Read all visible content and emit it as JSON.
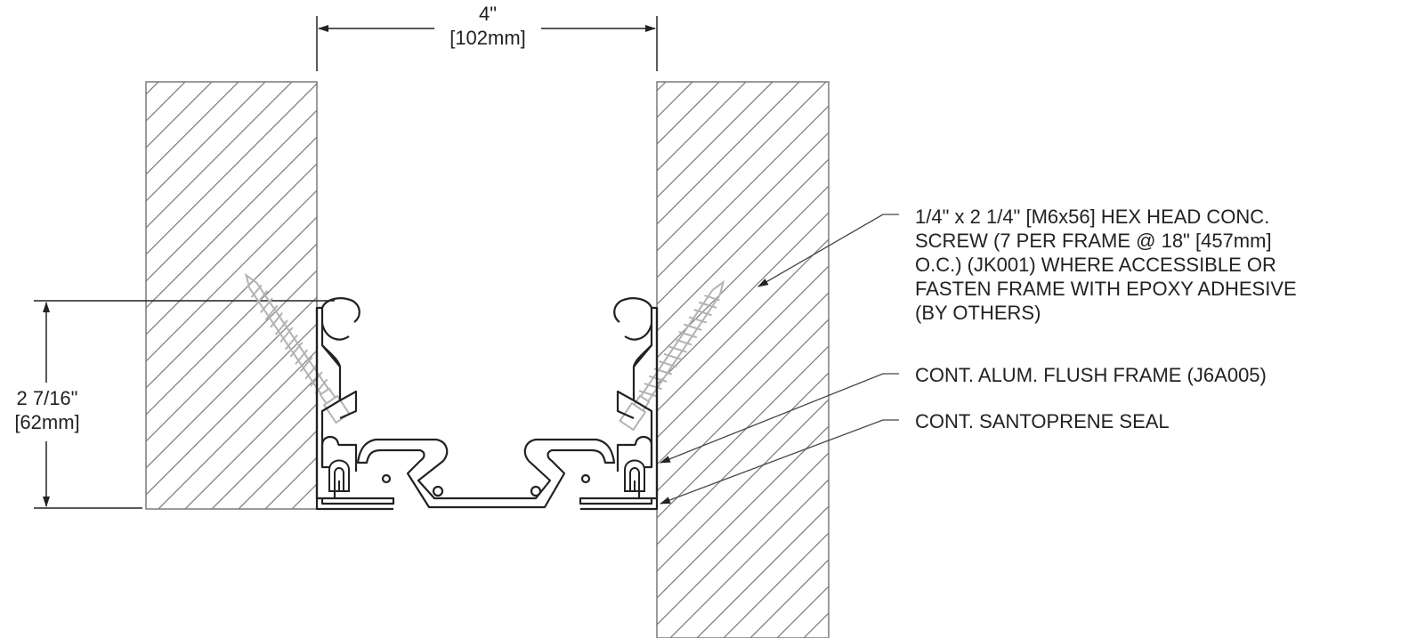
{
  "dimensions": {
    "width": {
      "imperial": "4\"",
      "metric": "[102mm]"
    },
    "depth": {
      "imperial": "2 7/16\"",
      "metric": "[62mm]"
    }
  },
  "callouts": [
    {
      "lines": [
        "1/4\" x 2 1/4\" [M6x56] HEX HEAD CONC.",
        "SCREW (7 PER FRAME @ 18\" [457mm]",
        "O.C.) (JK001) WHERE ACCESSIBLE OR",
        "FASTEN FRAME WITH  EPOXY ADHESIVE",
        "(BY OTHERS)"
      ]
    },
    {
      "lines": [
        "CONT. ALUM. FLUSH FRAME (J6A005)"
      ]
    },
    {
      "lines": [
        "CONT. SANTOPRENE SEAL"
      ]
    }
  ],
  "colors": {
    "line": "#222222",
    "hatch": "#7a7a7a",
    "screw": "#b3b3b3"
  }
}
